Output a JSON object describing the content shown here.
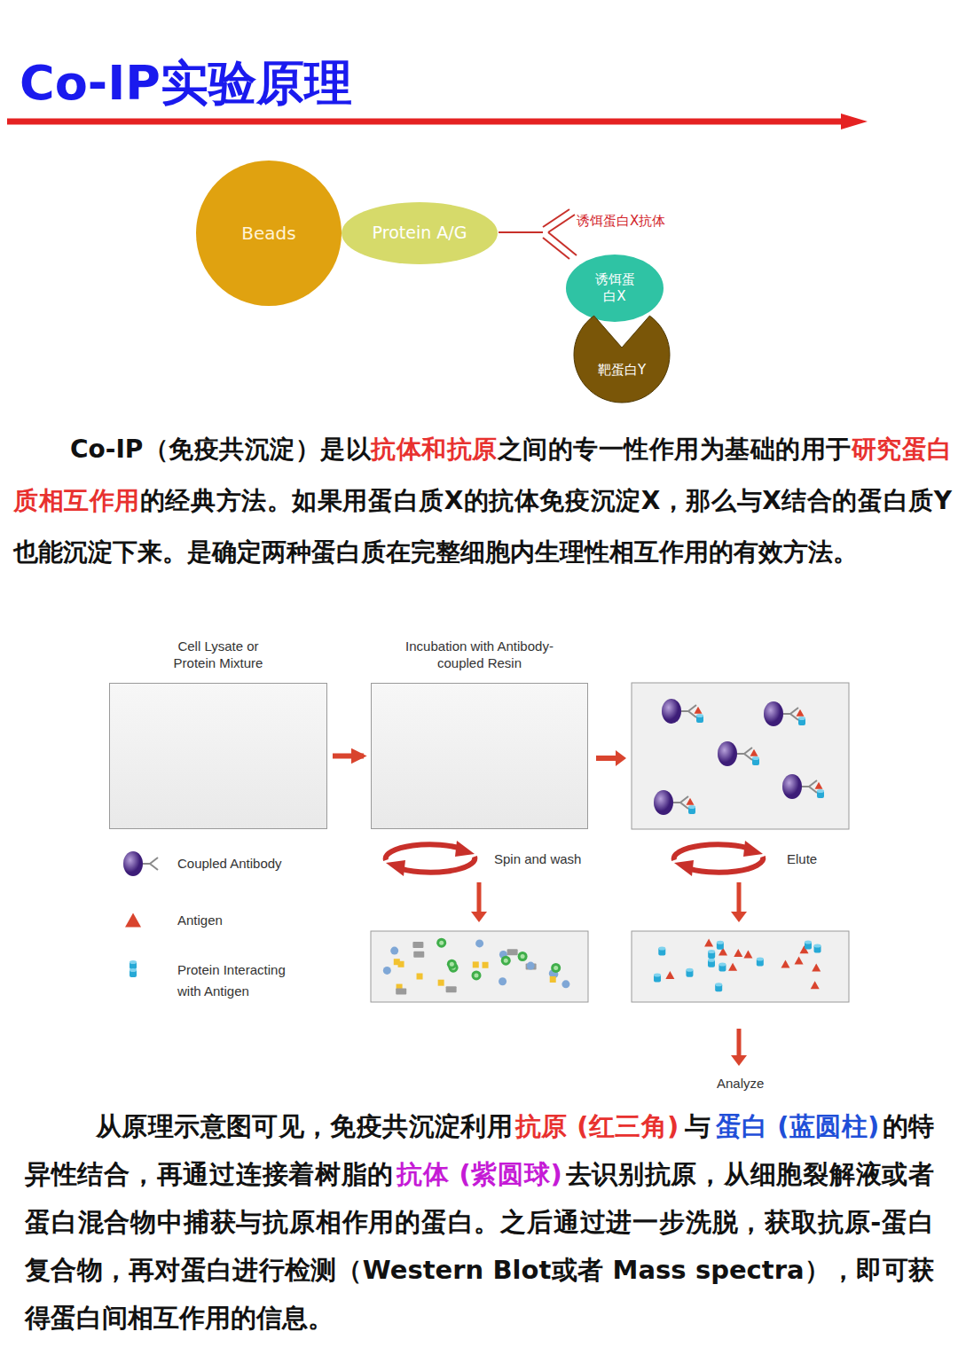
{
  "diagram": {
    "title": "Co-IP实验原理",
    "nodes": [
      {
        "text": [
          "Beads"
        ]
      },
      {
        "text": [
          "Protein A/G"
        ]
      },
      {
        "text": [
          "诱饵蛋白X"
        ]
      },
      {
        "text": [
          "靶蛋白Y"
        ]
      },
      {
        "text": [
          "Cell Lysate or Protein Mixture"
        ]
      },
      {
        "text": [
          "Incubation with Antibody-coupled Resin"
        ]
      }
    ],
    "edges": [
      {
        "from": 4,
        "to": 5,
        "arrow": "to"
      }
    ],
    "labels": [
      "诱饵蛋白X抗体",
      "Co-IP（免疫共沉淀）是以",
      "抗体和抗原",
      "之间的专一性作用为基础的用于",
      "研究蛋白质相互作用",
      "的经典方法。如果用蛋白质X的抗体免疫沉淀X，那么与X结合的蛋白质Y也能沉淀下来。是确定两种蛋白质在完整细胞内生理性相互作用的有效方法。",
      "Spin and wash",
      "Elute",
      "Analyze",
      "从原理示意图可见，免疫共沉淀利用",
      "抗原 (红三角)",
      "与",
      "蛋白 (蓝圆柱)",
      "的特异性结合，再通过连接着树脂的",
      "抗体 (紫圆球)",
      "去识别抗原，从细胞裂解液或者蛋白混合物中捕获与抗原相作用的蛋白。之后通过进一步洗脱，获取抗原-蛋白复合物，再对蛋白进行检测（Western Blot或者 Mass spectra），即可获得蛋白间相互作用的信息。"
    ],
    "legend": [
      {
        "text": "Coupled Antibody"
      },
      {
        "text": "Antigen"
      },
      {
        "text": "Protein Interacting with Antigen"
      }
    ]
  }
}
